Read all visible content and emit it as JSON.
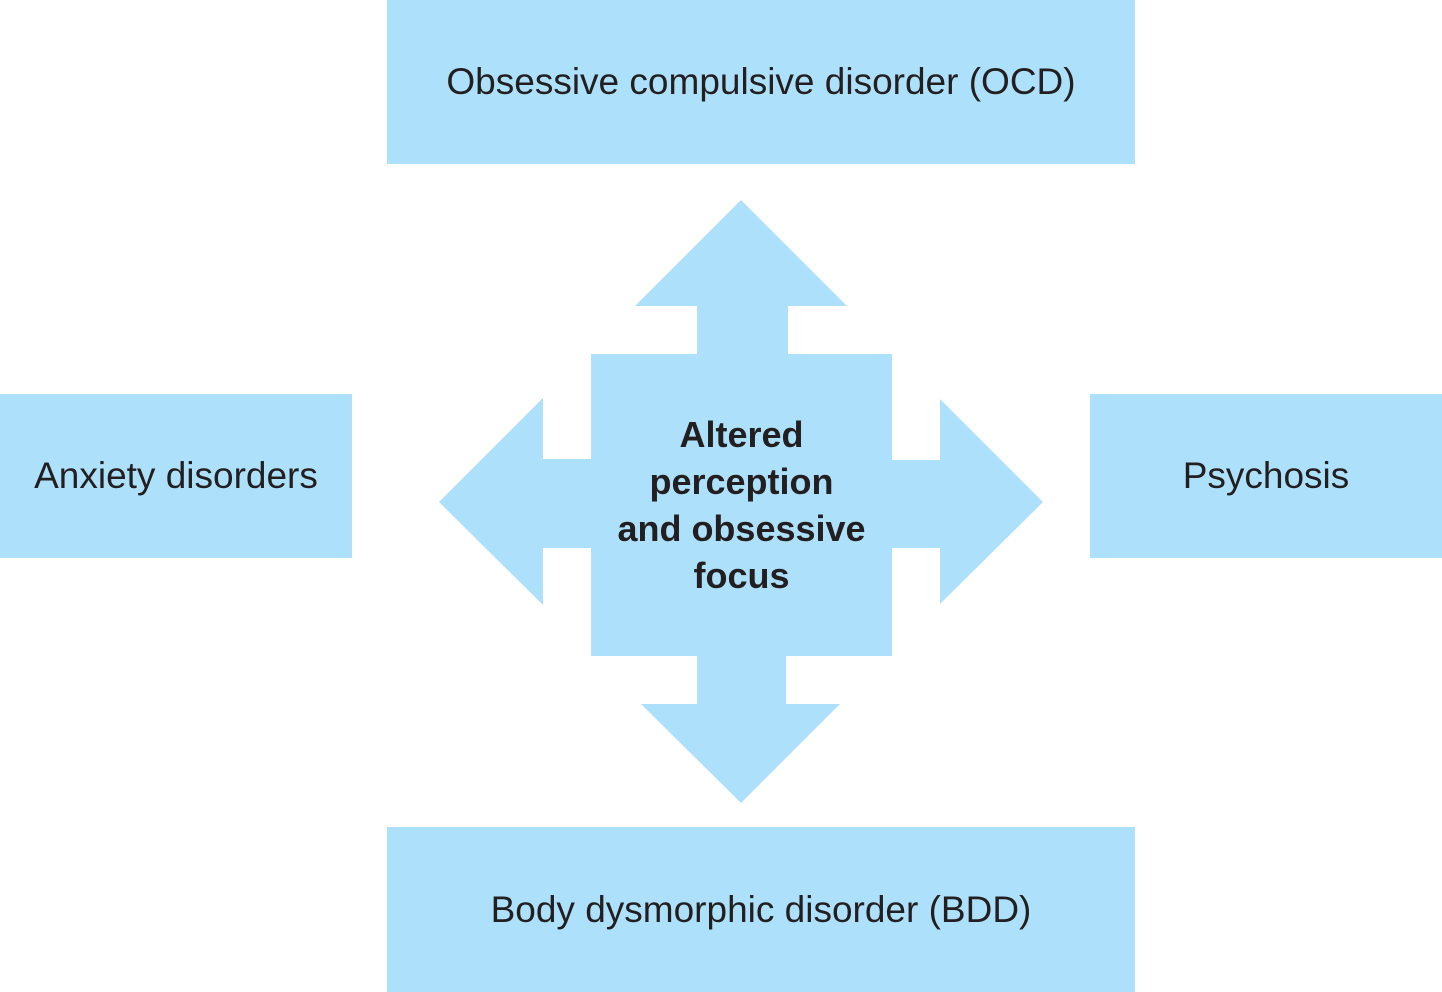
{
  "diagram": {
    "center": {
      "lines": [
        "Altered",
        "perception",
        "and obsessive",
        "focus"
      ]
    },
    "nodes": {
      "top": "Obsessive compulsive disorder (OCD)",
      "bottom": "Body dysmorphic disorder (BDD)",
      "left": "Anxiety disorders",
      "right": "Psychosis"
    },
    "colors": {
      "fill": "#ade0fa",
      "text": "#231f20",
      "background": "#ffffff"
    }
  }
}
